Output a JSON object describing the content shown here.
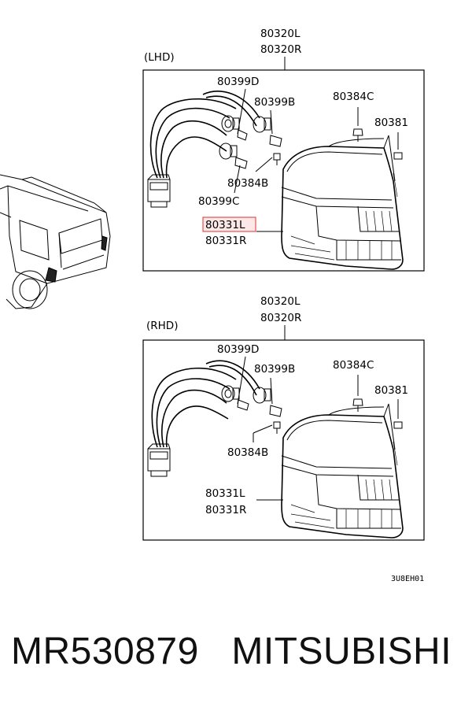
{
  "lhd": {
    "region_label": "(LHD)",
    "assembly_l": "80320L",
    "assembly_r": "80320R",
    "socket_d": "80399D",
    "socket_b": "80399B",
    "socket_c": "80399C",
    "screw_c": "80384C",
    "screw_b": "80384B",
    "bolt": "80381",
    "lens_l": "80331L",
    "lens_r": "80331R"
  },
  "rhd": {
    "region_label": "(RHD)",
    "assembly_l": "80320L",
    "assembly_r": "80320R",
    "socket_d": "80399D",
    "socket_b": "80399B",
    "screw_c": "80384C",
    "screw_b": "80384B",
    "bolt": "80381",
    "lens_l": "80331L",
    "lens_r": "80331R"
  },
  "diagram_code": "3U8EH01",
  "footer": {
    "part_number": "MR530879",
    "brand": "MITSUBISHI"
  },
  "highlight_color": "#e03030"
}
